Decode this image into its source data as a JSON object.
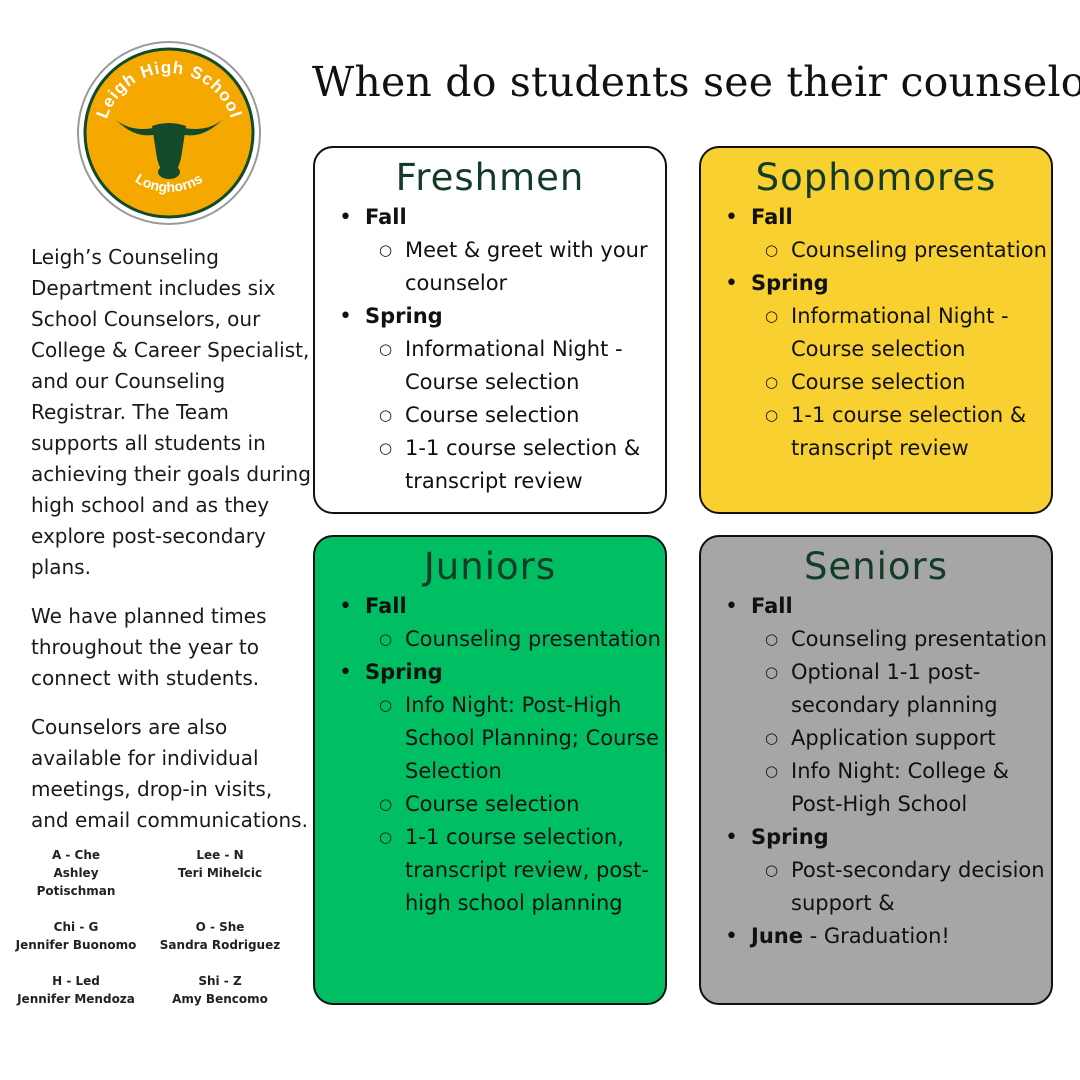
{
  "logo": {
    "arc_top": "Leigh High School",
    "arc_bottom": "Longhorns",
    "icon": "longhorn-bull-icon",
    "colors": {
      "ring": "#f5a800",
      "green": "#124a2b",
      "outer": "#9a9a9a"
    }
  },
  "title": "When do students see their counselor?",
  "intro": {
    "p1": "Leigh’s Counseling Department includes six School Counselors, our College & Career Specialist, and our Counseling Registrar. The Team supports all students in achieving their goals during high school and as they explore post-secondary plans.",
    "p2": "We have planned times throughout  the year to connect with students.",
    "p3": "Counselors are also available for individual meetings, drop-in visits, and email communications."
  },
  "assignments": [
    {
      "range": "A - Che",
      "name": "Ashley Potischman"
    },
    {
      "range": "Lee - N",
      "name": "Teri Mihelcic"
    },
    {
      "range": "Chi - G",
      "name": "Jennifer Buonomo"
    },
    {
      "range": "O - She",
      "name": "Sandra Rodriguez"
    },
    {
      "range": "H - Led",
      "name": "Jennifer Mendoza"
    },
    {
      "range": "Shi - Z",
      "name": "Amy Bencomo"
    }
  ],
  "cards": {
    "freshmen": {
      "title": "Freshmen",
      "fall": "Fall",
      "fall_items": [
        "Meet & greet with your counselor"
      ],
      "spring": "Spring",
      "spring_items": [
        "Informational Night - Course selection",
        "Course selection",
        "1-1 course selection & transcript review"
      ]
    },
    "sophomores": {
      "title": "Sophomores",
      "fall": "Fall",
      "fall_items": [
        "Counseling presentation"
      ],
      "spring": "Spring",
      "spring_items": [
        "Informational Night - Course selection",
        "Course selection",
        "1-1 course selection & transcript review"
      ]
    },
    "juniors": {
      "title": "Juniors",
      "fall": "Fall",
      "fall_items": [
        "Counseling presentation"
      ],
      "spring": "Spring",
      "spring_items": [
        "Info Night: Post-High School Planning; Course Selection",
        "Course selection",
        "1-1 course selection, transcript review, post-high school planning"
      ]
    },
    "seniors": {
      "title": "Seniors",
      "fall": "Fall",
      "fall_items": [
        "Counseling presentation",
        "Optional 1-1 post-secondary planning",
        "Application support",
        "Info Night: College & Post-High School"
      ],
      "spring": "Spring",
      "spring_items": [
        "Post-secondary decision support &"
      ],
      "june": "June",
      "june_text": " - Graduation!"
    }
  },
  "colors": {
    "freshmen_bg": "#ffffff",
    "sophomores_bg": "#f8d02f",
    "juniors_bg": "#00bf63",
    "seniors_bg": "#a6a6a6",
    "heading": "#123c27"
  }
}
